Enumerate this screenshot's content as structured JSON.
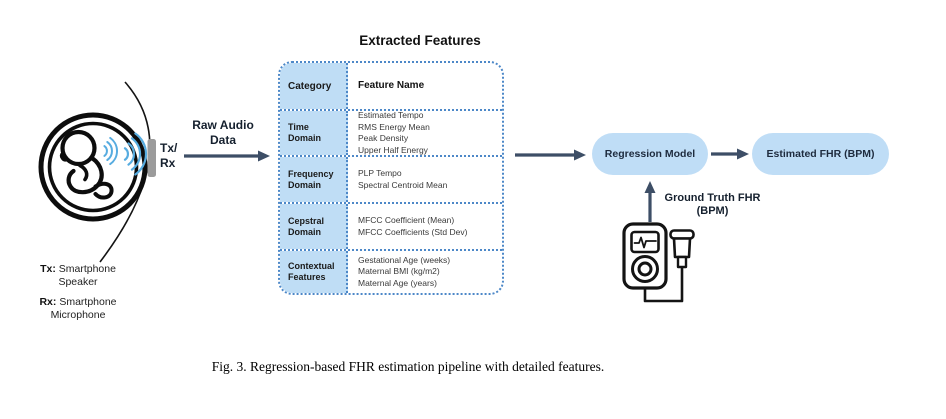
{
  "figure": {
    "caption": "Fig. 3.  Regression-based FHR estimation pipeline with detailed features."
  },
  "left_illustration": {
    "sensor_label_line1": "Tx/",
    "sensor_label_line2": "Rx",
    "legend": {
      "tx_prefix": "Tx:",
      "tx_text": "Smartphone Speaker",
      "rx_prefix": "Rx:",
      "rx_text": "Smartphone Microphone"
    },
    "icons": [
      "womb-fetus-icon",
      "sound-waves-icon",
      "tx-rx-sensor-icon"
    ]
  },
  "pipeline": {
    "raw_audio_label_line1": "Raw Audio",
    "raw_audio_label_line2": "Data",
    "regression_model_label": "Regression Model",
    "estimated_fhr_label": "Estimated FHR (BPM)",
    "ground_truth_label_line1": "Ground Truth FHR",
    "ground_truth_label_line2": "(BPM)",
    "icons": [
      "flow-arrow",
      "doppler-device-icon"
    ]
  },
  "features_table": {
    "title": "Extracted Features",
    "header": {
      "category": "Category",
      "feature": "Feature Name"
    },
    "rows": [
      {
        "category": "Time Domain",
        "features": [
          "Estimated Tempo",
          "RMS Energy Mean",
          "Peak Density",
          "Upper Half Energy"
        ]
      },
      {
        "category": "Frequency Domain",
        "features": [
          "PLP Tempo",
          "Spectral Centroid Mean"
        ]
      },
      {
        "category": "Cepstral Domain",
        "features": [
          "MFCC Coefficient (Mean)",
          "MFCC Coefficients (Std Dev)"
        ]
      },
      {
        "category": "Contextual Features",
        "features": [
          "Gestational Age (weeks)",
          "Maternal BMI (kg/m2)",
          "Maternal Age (years)"
        ]
      }
    ]
  },
  "colors": {
    "accent_blue_fill": "#BFDDF5",
    "table_border_blue": "#4D88C8",
    "arrow_dark": "#3D4E66",
    "wave_blue": "#57ACE0",
    "sensor_gray": "#9B9B9B"
  }
}
